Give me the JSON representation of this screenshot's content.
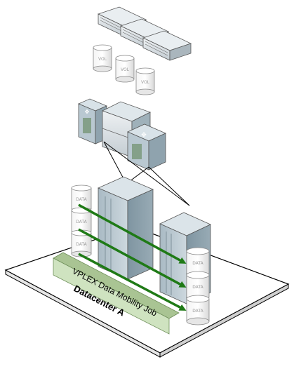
{
  "diagram": {
    "job_label": "VPLEX Data Mobility Job",
    "datacenter_label": "Datacenter A",
    "disk_label_vol": "VOL",
    "disk_label_data": "DATA",
    "colors": {
      "arrow": "#1f7a16",
      "platform_fill": "#ffffff",
      "platform_stroke": "#000000",
      "banner_fill": "#cfe3c0",
      "rack_front": "#b9c8d1",
      "rack_side": "#8a9ea9",
      "rack_top": "#d8e2e8"
    }
  }
}
